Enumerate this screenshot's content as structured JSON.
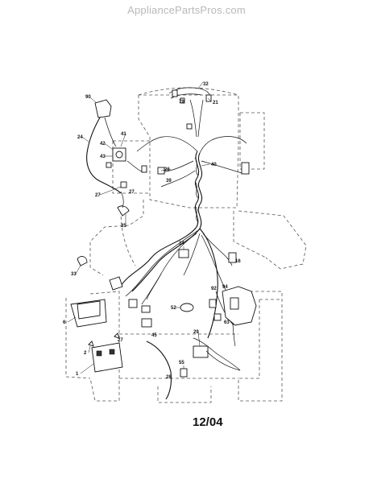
{
  "watermark": "AppliancePartsPros.com",
  "date_code": "12/04",
  "callouts": {
    "c1": "1",
    "c2": "2",
    "c6": "6",
    "c16": "16",
    "c21": "21",
    "c24": "24",
    "c25": "25",
    "c26": "26",
    "c27a": "27",
    "c27b": "27",
    "c27c": "27",
    "c28": "28",
    "c29": "29",
    "c32": "32",
    "c33": "33",
    "c34": "34",
    "c39": "39",
    "c40": "40",
    "c41": "41",
    "c42": "42",
    "c43": "43",
    "c45": "45",
    "c52": "52",
    "c55": "55",
    "c63": "63",
    "c79": "79",
    "c90": "90",
    "c92": "92",
    "c94": "94"
  }
}
